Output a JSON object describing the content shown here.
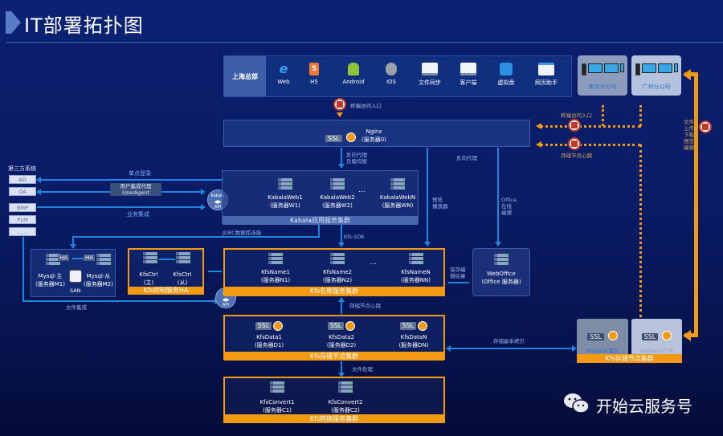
{
  "page": {
    "title": "IT部署拓扑图",
    "brand": "开始云服务号"
  },
  "clients": {
    "hq_label": "上海总部",
    "items": [
      {
        "label": "Web",
        "icon": "ie-icon"
      },
      {
        "label": "H5",
        "icon": "html5-icon"
      },
      {
        "label": "Android",
        "icon": "android-icon"
      },
      {
        "label": "IOS",
        "icon": "apple-icon"
      },
      {
        "label": "文件同步",
        "icon": "sync-monitor-icon"
      },
      {
        "label": "客户端",
        "icon": "monitor-icon"
      },
      {
        "label": "虚拟盘",
        "icon": "cloud-drive-icon"
      },
      {
        "label": "网页助手",
        "icon": "web-tool-icon"
      }
    ],
    "branches": [
      {
        "label": "南京分公司"
      },
      {
        "label": "广州分公司"
      }
    ]
  },
  "third_party": {
    "title": "第三方系统",
    "items": [
      "AD",
      "OA",
      "BMP",
      "PLM",
      "......"
    ]
  },
  "links": {
    "sso": "单点登录",
    "user_agent_1": "用户集成代理",
    "user_agent_2": "UserAgent",
    "biz_integration": "业务集成",
    "jdbc": "JDBC数据库连接",
    "file_integration": "文件集成",
    "terminal_entry": "终端访问入口",
    "reverse_proxy_lb_1": "反向代理",
    "reverse_proxy_lb_2": "负载均衡",
    "reverse_proxy": "反向代理",
    "preview_1": "预览",
    "preview_2": "播放器",
    "office_1": "Office",
    "office_2": "在线",
    "office_3": "编辑",
    "kfs_sdk": "Kfs-SDK",
    "save_edit_1": "保存编",
    "save_edit_2": "辑结果",
    "heartbeat": "存储节点心跳",
    "replica_copy": "存储副本拷贝",
    "file_processing": "文件处理",
    "branch_terminal_entry": "终端访问入口",
    "branch_heartbeat": "存储节点心跳",
    "file_ops": [
      "文件",
      "上传",
      "下载",
      "预览",
      "编辑"
    ]
  },
  "nginx": {
    "ssl": "SSL",
    "name": "Nginx",
    "server": "(服务器0)"
  },
  "kabala": {
    "api_1": "Kabala",
    "api_2": "API",
    "nodes": [
      {
        "name": "KabalaWeb1",
        "server": "(服务器W1)"
      },
      {
        "name": "KabalaWeb2",
        "server": "(服务器W2)"
      },
      {
        "name": "KabalaWebN",
        "server": "(服务器WN)"
      }
    ],
    "ellipsis": "...",
    "cluster_label": "Kabala应用服务集群"
  },
  "mysql": {
    "ha": "HA",
    "master": "Mysql-主",
    "master_server": "(服务器M1)",
    "slave": "Mysql-从",
    "slave_server": "(服务器M2)",
    "san": "SAN"
  },
  "kfs_ctrl": {
    "master": "KfsCtrl",
    "master_role": "(主)",
    "slave": "KfsCtrl",
    "slave_role": "(从)",
    "cluster_label": "Kfs控制服务HA"
  },
  "kfs_api": {
    "line1": "Kfs",
    "line2": "API"
  },
  "kfs_name": {
    "nodes": [
      {
        "name": "KfsName1",
        "server": "(服务器N1)"
      },
      {
        "name": "KfsName2",
        "server": "(服务器N2)"
      },
      {
        "name": "KfsNameN",
        "server": "(服务器NN)"
      }
    ],
    "ellipsis": "...",
    "cluster_label": "Kfs名称服务集群"
  },
  "weboffice": {
    "name": "WebOffice",
    "server": "(Office 服务器)"
  },
  "kfs_data": {
    "nodes": [
      {
        "name": "KfsData1",
        "server": "(服务器D1)"
      },
      {
        "name": "KfsData2",
        "server": "(服务器D2)"
      },
      {
        "name": "KfsDataN",
        "server": "(服务器DN)"
      }
    ],
    "cluster_label": "Kfs存储节点集群"
  },
  "kfs_branch_data": {
    "nodes": [
      {
        "name": "KfsData-南京"
      },
      {
        "name": "KfsData-广州"
      }
    ],
    "cluster_label": "Kfs存储节点集群"
  },
  "kfs_convert": {
    "nodes": [
      {
        "name": "KfsConvert1",
        "server": "(服务器C1)"
      },
      {
        "name": "KfsConvert2",
        "server": "(服务器C2)"
      }
    ],
    "cluster_label": "Kfs转换服务集群"
  },
  "colors": {
    "background": "#0a1f6e",
    "accent_orange": "#f39a12",
    "link_blue": "#1f86e0",
    "firewall_red": "#c0392b"
  }
}
